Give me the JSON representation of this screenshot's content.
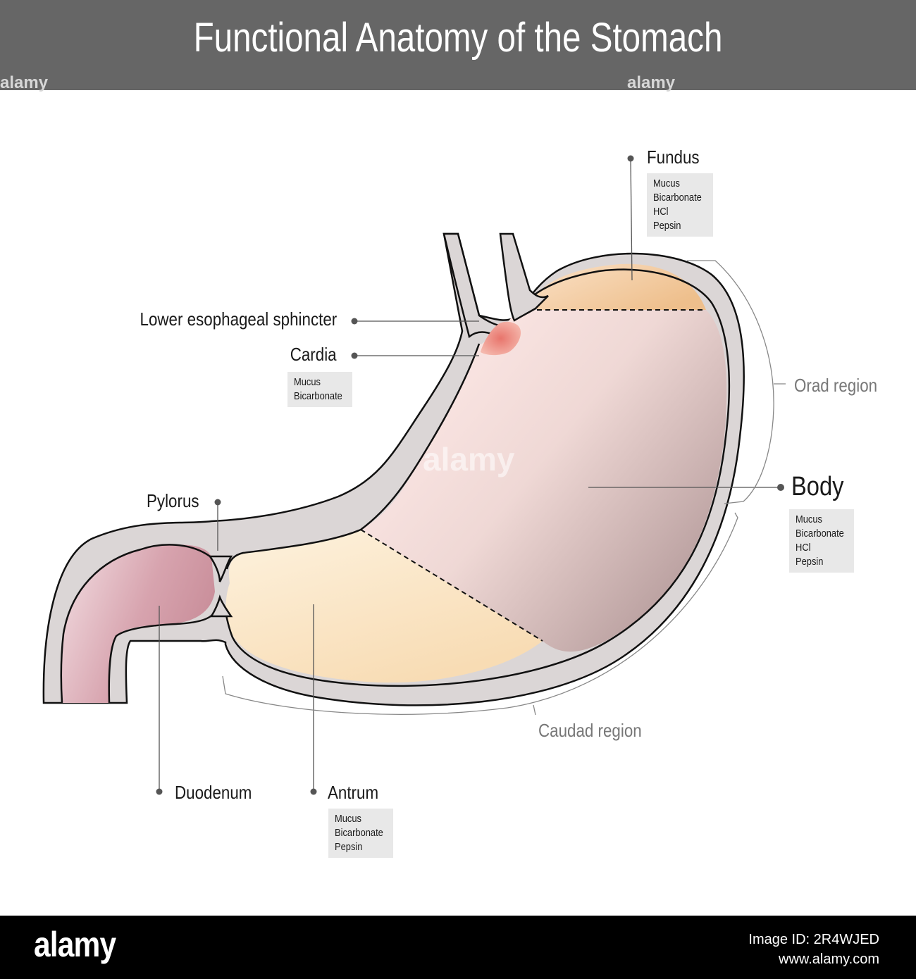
{
  "title": "Functional Anatomy of the Stomach",
  "labels": {
    "fundus": "Fundus",
    "les": "Lower esophageal sphincter",
    "cardia": "Cardia",
    "orad": "Orad region",
    "body": "Body",
    "pylorus": "Pylorus",
    "caudad": "Caudad region",
    "duodenum": "Duodenum",
    "antrum": "Antrum"
  },
  "secretions": {
    "fundus": [
      "Mucus",
      "Bicarbonate",
      "HCl",
      "Pepsin"
    ],
    "cardia": [
      "Mucus",
      "Bicarbonate"
    ],
    "body": [
      "Mucus",
      "Bicarbonate",
      "HCl",
      "Pepsin"
    ],
    "antrum": [
      "Mucus",
      "Bicarbonate",
      "Pepsin"
    ]
  },
  "watermark": "alamy",
  "footer": {
    "logo": "alamy",
    "image_id": "Image ID: 2R4WJED",
    "site": "www.alamy.com"
  },
  "colors": {
    "header": "#666666",
    "wall": "#dbd6d6",
    "fundus": "#f1c99b",
    "body": "#b79b9b",
    "antrum": "#fbe3bf",
    "duodenum": "#cf9aa6",
    "sphincter": "#e98a80"
  }
}
